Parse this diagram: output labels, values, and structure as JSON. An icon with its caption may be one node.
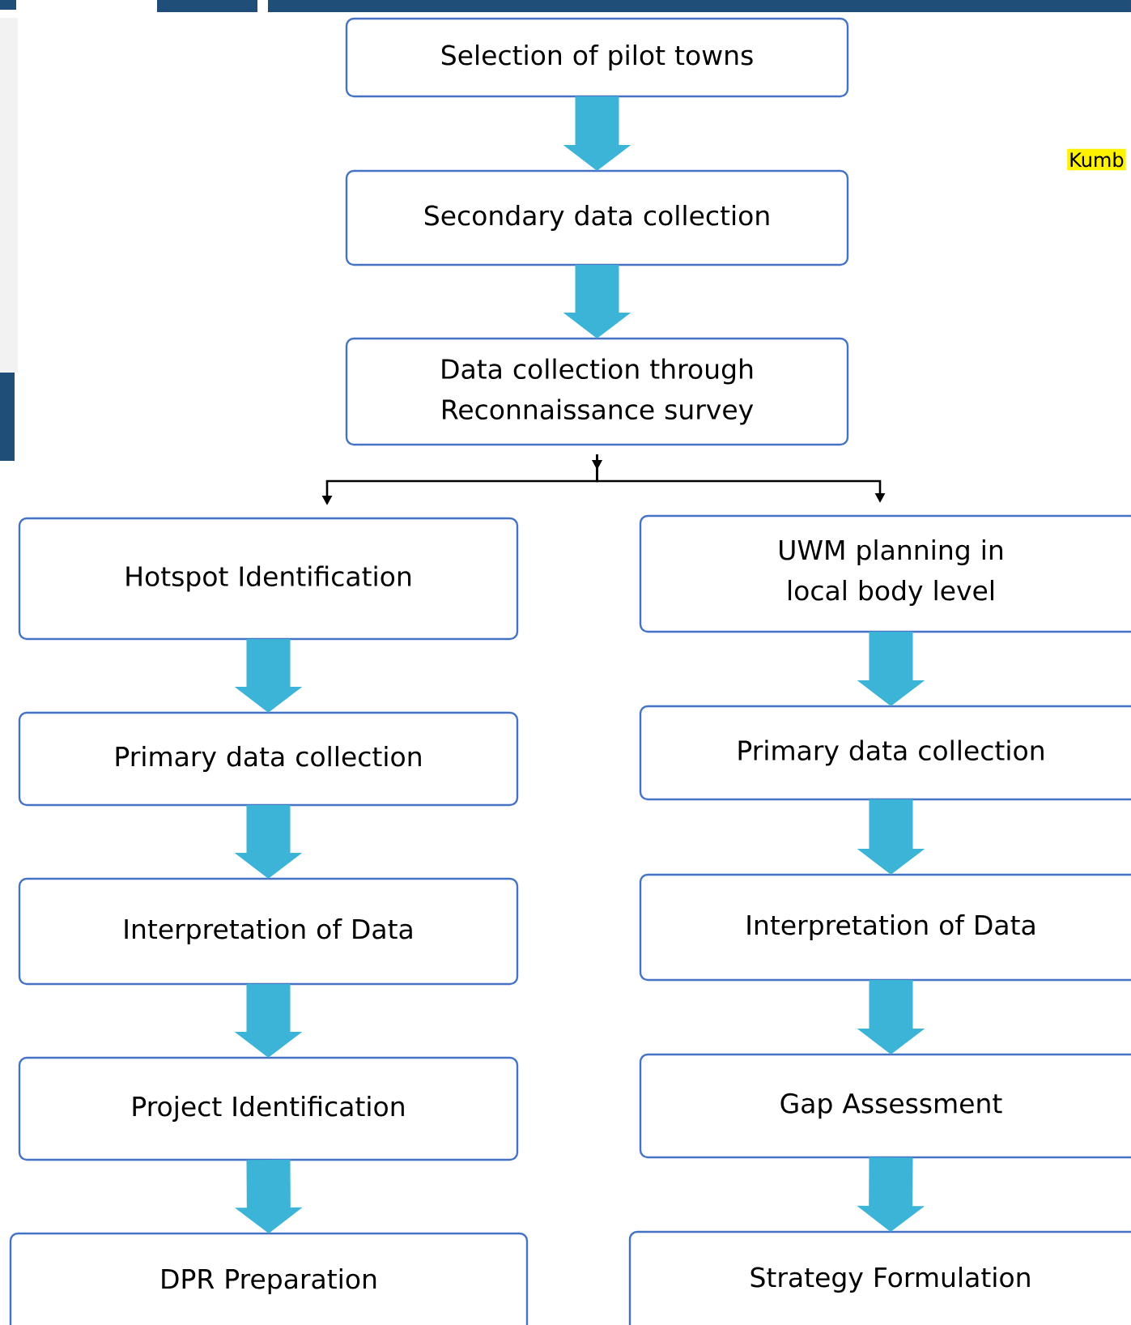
{
  "diagram": {
    "nodes": [
      {
        "text": [
          "Selection of pilot towns"
        ]
      },
      {
        "text": [
          "Secondary data collection"
        ]
      },
      {
        "text": [
          "Data collection through Reconnaissance survey"
        ]
      },
      {
        "text": [
          "Hotspot Identification"
        ]
      },
      {
        "text": [
          "Primary data collection"
        ]
      },
      {
        "text": [
          "Interpretation of Data"
        ]
      },
      {
        "text": [
          "Project Identification"
        ]
      },
      {
        "text": [
          "DPR Preparation"
        ]
      },
      {
        "text": [
          "UWM planning in local body level"
        ]
      },
      {
        "text": [
          "Primary data collection"
        ]
      },
      {
        "text": [
          "Interpretation of Data"
        ]
      },
      {
        "text": [
          "Gap Assessment"
        ]
      },
      {
        "text": [
          "Strategy Formulation"
        ]
      }
    ],
    "edges": [
      {
        "from": 0,
        "to": 1,
        "arrow": "to"
      },
      {
        "from": 1,
        "to": 2,
        "arrow": "to"
      },
      {
        "from": 2,
        "to": 3,
        "arrow": "to",
        "color": "#000000"
      },
      {
        "from": 2,
        "to": 8,
        "arrow": "to",
        "color": "#000000"
      },
      {
        "from": 3,
        "to": 4,
        "arrow": "to"
      },
      {
        "from": 4,
        "to": 5,
        "arrow": "to"
      },
      {
        "from": 5,
        "to": 6,
        "arrow": "to"
      },
      {
        "from": 6,
        "to": 7,
        "arrow": "to"
      },
      {
        "from": 8,
        "to": 9,
        "arrow": "to"
      },
      {
        "from": 9,
        "to": 10,
        "arrow": "to"
      },
      {
        "from": 10,
        "to": 11,
        "arrow": "to"
      },
      {
        "from": 11,
        "to": 12,
        "arrow": "to"
      }
    ],
    "labels": [
      "Kumb"
    ]
  }
}
